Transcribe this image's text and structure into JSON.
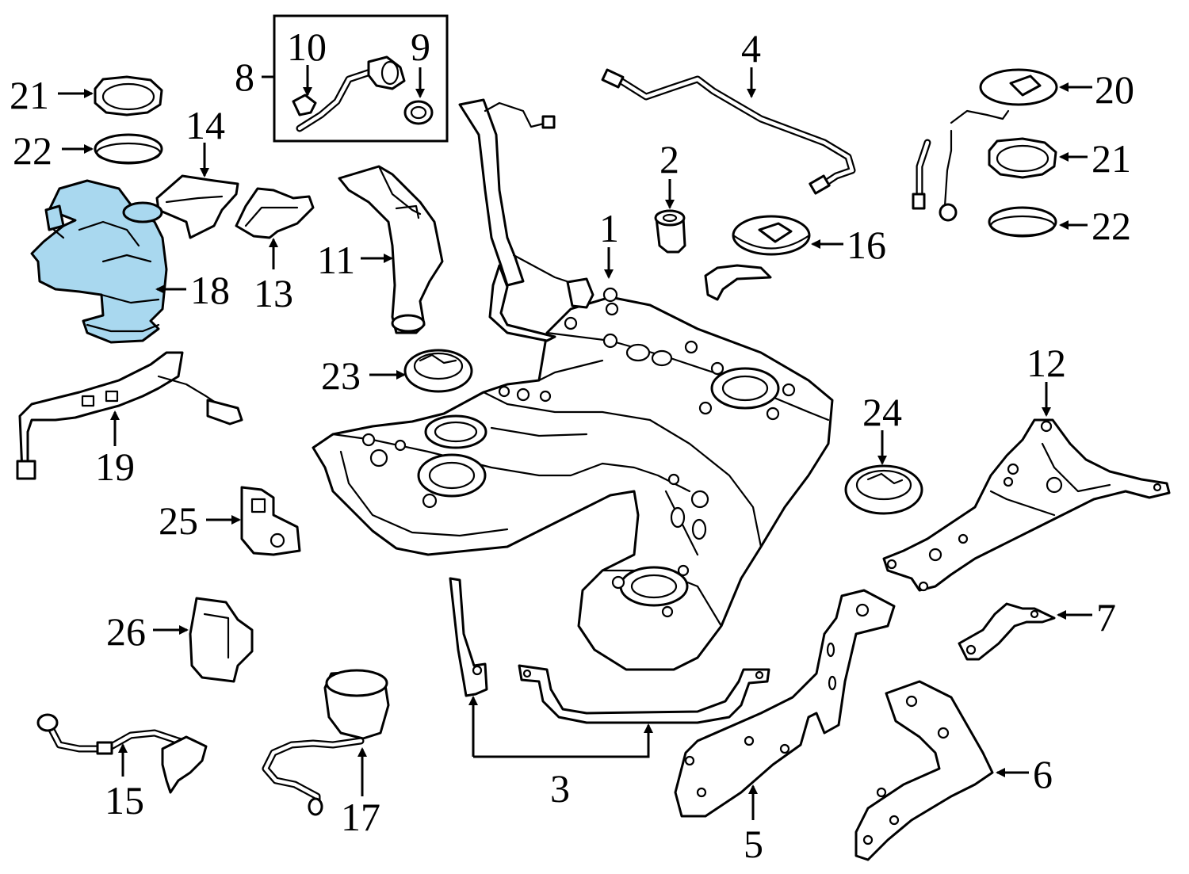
{
  "diagram": {
    "highlight_color": "#a9d8ef",
    "callouts": {
      "c1": "1",
      "c2": "2",
      "c3": "3",
      "c4": "4",
      "c5": "5",
      "c6": "6",
      "c7": "7",
      "c8": "8",
      "c9": "9",
      "c10": "10",
      "c11": "11",
      "c12": "12",
      "c13": "13",
      "c14": "14",
      "c15": "15",
      "c16": "16",
      "c17": "17",
      "c18": "18",
      "c19": "19",
      "c20": "20",
      "c21a": "21",
      "c21b": "21",
      "c22a": "22",
      "c22b": "22",
      "c23": "23",
      "c24": "24",
      "c25": "25",
      "c26": "26"
    }
  }
}
